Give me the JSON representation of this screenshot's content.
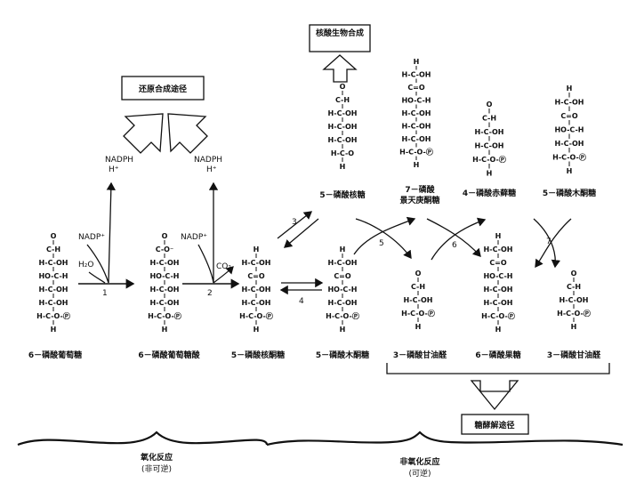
{
  "boxes": {
    "reductive": "还原合成途径",
    "nucleic": "核酸生物合成",
    "glycolysis": "糖酵解途径"
  },
  "cofactors": {
    "nadph": "NADPH",
    "hplus": "H⁺",
    "nadp": "NADP⁺",
    "h2o": "H₂O",
    "co2": "CO₂"
  },
  "steps": [
    "1",
    "2",
    "3",
    "4",
    "5",
    "6",
    "7"
  ],
  "compounds": {
    "g6p": "6－磷酸葡萄糖",
    "pg6": "6－磷酸葡萄糖酸",
    "ru5p": "5－磷酸核酮糖",
    "x5p": "5－磷酸木酮糖",
    "r5p": "5－磷酸核糖",
    "s7p_1": "7－磷酸",
    "s7p_2": "景天庚酮糖",
    "e4p": "4－磷酸赤藓糖",
    "x5p_top": "5－磷酸木酮糖",
    "g3p_a": "3－磷酸甘油醛",
    "f6p": "6－磷酸果糖",
    "g3p_b": "3－磷酸甘油醛"
  },
  "phases": {
    "oxidative": "氧化反应",
    "oxidative_note": "(非可逆)",
    "nonoxidative": "非氧化反应",
    "nonoxidative_note": "(可逆)"
  },
  "structures": {
    "g6p": [
      "O",
      "C-H",
      "H-C-OH",
      "HO-C-H",
      "H-C-OH",
      "H-C-OH",
      "H-C-O-Ⓟ",
      "H"
    ],
    "pg6": [
      "O",
      "C-O⁻",
      "H-C-OH",
      "HO-C-H",
      "H-C-OH",
      "H-C-OH",
      "H-C-O-Ⓟ",
      "H"
    ],
    "ru5p": [
      "H",
      "H-C-OH",
      "C=O",
      "H-C-OH",
      "H-C-OH",
      "H-C-O-Ⓟ",
      "H"
    ],
    "r5p": [
      "O",
      "C-H",
      "H-C-OH",
      "H-C-OH",
      "H-C-OH",
      "H-C-O",
      "H"
    ],
    "s7p": [
      "H",
      "H-C-OH",
      "C=O",
      "HO-C-H",
      "H-C-OH",
      "H-C-OH",
      "H-C-OH",
      "H-C-O-Ⓟ",
      "H"
    ],
    "e4p": [
      "O",
      "C-H",
      "H-C-OH",
      "H-C-OH",
      "H-C-O-Ⓟ",
      "H"
    ],
    "x5p_top": [
      "H",
      "H-C-OH",
      "C=O",
      "HO-C-H",
      "H-C-OH",
      "H-C-O-Ⓟ",
      "H"
    ],
    "x5p": [
      "H",
      "H-C-OH",
      "C=O",
      "HO-C-H",
      "H-C-OH",
      "H-C-O-Ⓟ",
      "H"
    ],
    "g3p_a": [
      "O",
      "C-H",
      "H-C-OH",
      "H-C-O-Ⓟ",
      "H"
    ],
    "f6p": [
      "H",
      "H-C-OH",
      "C=O",
      "HO-C-H",
      "H-C-OH",
      "H-C-OH",
      "H-C-O-Ⓟ",
      "H"
    ],
    "g3p_b": [
      "O",
      "C-H",
      "H-C-OH",
      "H-C-O-Ⓟ",
      "H"
    ]
  }
}
